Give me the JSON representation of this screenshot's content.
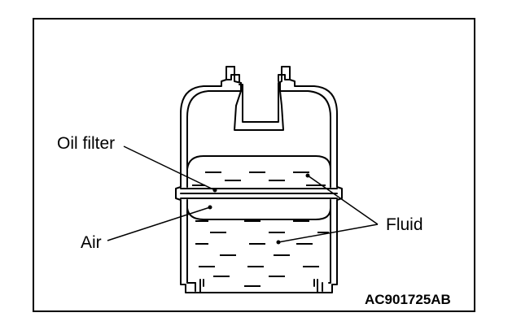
{
  "labels": {
    "oil_filter": "Oil filter",
    "air": "Air",
    "fluid": "Fluid"
  },
  "figure_code": "AC901725AB",
  "colors": {
    "line": "#000000",
    "background": "#ffffff"
  }
}
